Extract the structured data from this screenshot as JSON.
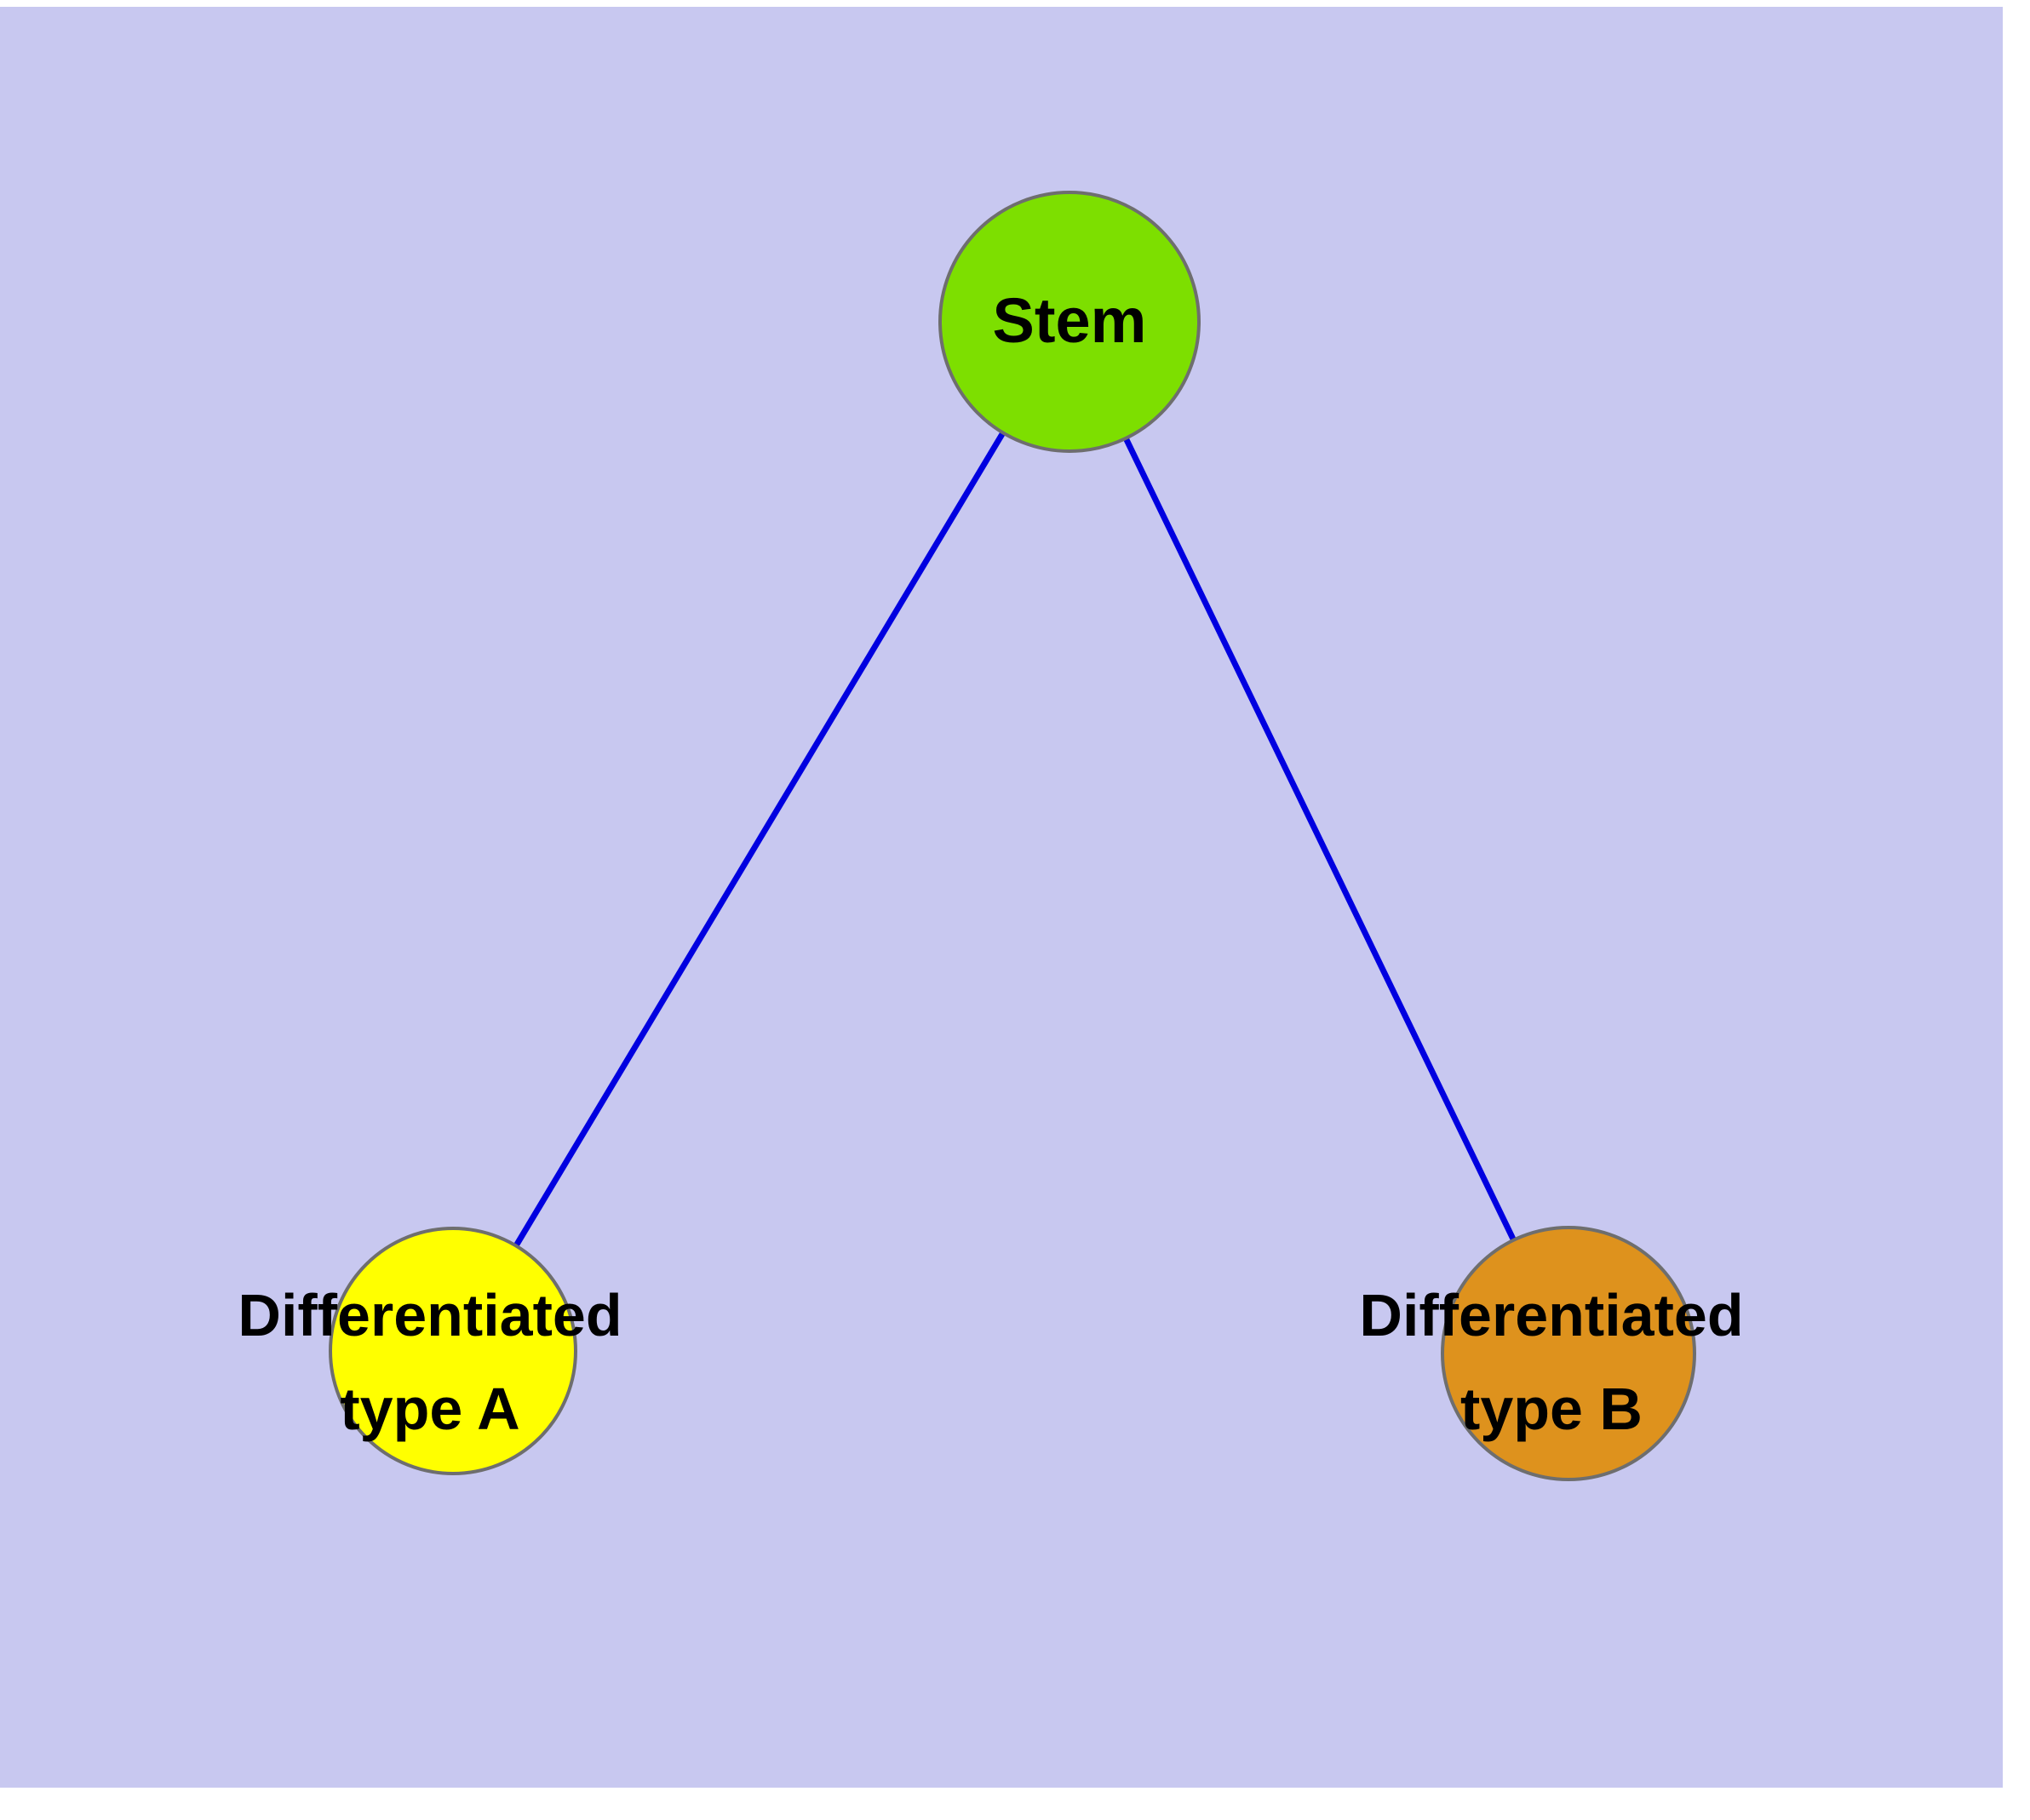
{
  "diagram": {
    "type": "node-link graph",
    "background_color": "#c8c8f0",
    "edge_color": "#0000e0",
    "node_border_color": "#6e6e6e",
    "nodes": {
      "stem": {
        "label": "Stem",
        "fill": "#7ddf00"
      },
      "diff_a": {
        "label_line1": "Differentiated",
        "label_line2": "type A",
        "fill": "#ffff00"
      },
      "diff_b": {
        "label_line1": "Differentiated",
        "label_line2": "type B",
        "fill": "#de921d"
      }
    },
    "edges": [
      {
        "from": "stem",
        "to": "diff_a"
      },
      {
        "from": "stem",
        "to": "diff_b"
      }
    ]
  }
}
